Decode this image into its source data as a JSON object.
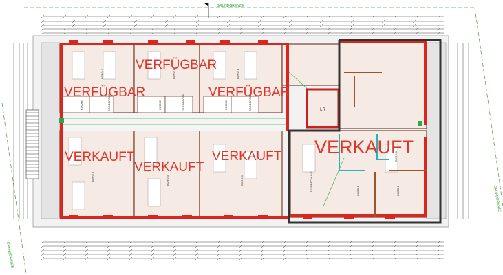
{
  "title": "",
  "property_line_label": "GRUNDGRENZE",
  "colors": {
    "wall": "#d9261f",
    "outline": "#333333",
    "room_fill": "#f6ebe4",
    "corridor_fill": "#eeeeee",
    "escape_route": "#3bb54a",
    "glass_wall": "#2bb3b3",
    "status_text": "#e0352b"
  },
  "units": [
    {
      "status": "VERFÜGBAR"
    },
    {
      "status": "VERFÜGBAR"
    },
    {
      "status": "VERFÜGBAR"
    },
    {
      "status": "VERKAUFT"
    },
    {
      "status": "VERKAUFT"
    },
    {
      "status": "VERKAUFT"
    },
    {
      "status": "VERKAUFT"
    }
  ],
  "rooms": {
    "lr": "LR",
    "buero_1": "BÜRO 1",
    "buero_2": "BÜRO 2",
    "buero_3": "BÜRO 3",
    "besprechung": "BESPRECHUNG",
    "kueche": "KÜCHE",
    "garderobe": "GARDEROBE"
  },
  "icons": [
    "north-flag-icon",
    "stair-icon",
    "emergency-exit-icon",
    "door-swing-icon"
  ]
}
